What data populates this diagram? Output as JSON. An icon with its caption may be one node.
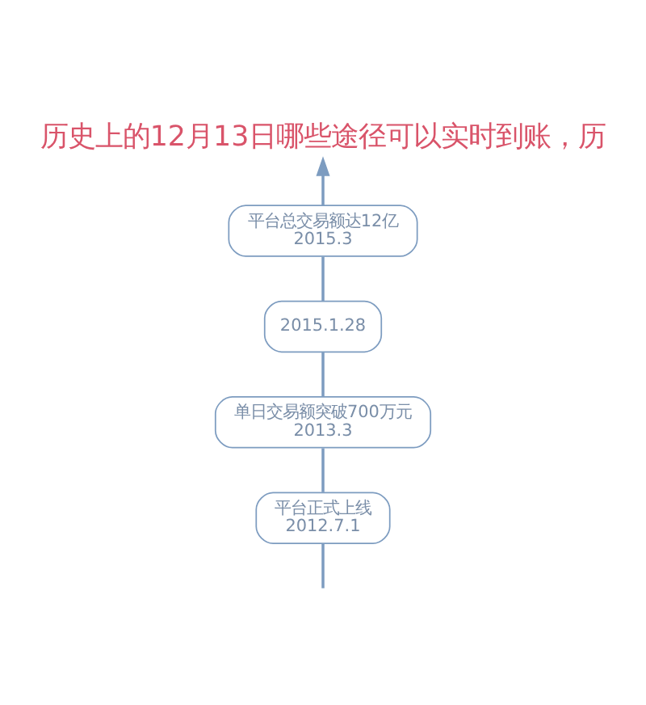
{
  "diagram": {
    "title": "历史上的12月13日哪些途径可以实时到账，历",
    "nodes": [
      {
        "text": [
          "平台总交易额达12亿",
          "2015.3"
        ]
      },
      {
        "text": [
          "2015.1.28"
        ]
      },
      {
        "text": [
          "单日交易额突破700万元",
          "2013.3"
        ]
      },
      {
        "text": [
          "平台正式上线",
          "2012.7.1"
        ]
      }
    ],
    "edges": [
      {
        "from": null,
        "to": 3,
        "arrow": "none"
      },
      {
        "from": 3,
        "to": 2,
        "arrow": "none"
      },
      {
        "from": 2,
        "to": 1,
        "arrow": "none"
      },
      {
        "from": 1,
        "to": 0,
        "arrow": "none"
      },
      {
        "from": 0,
        "to": null,
        "arrow": "to"
      }
    ]
  }
}
